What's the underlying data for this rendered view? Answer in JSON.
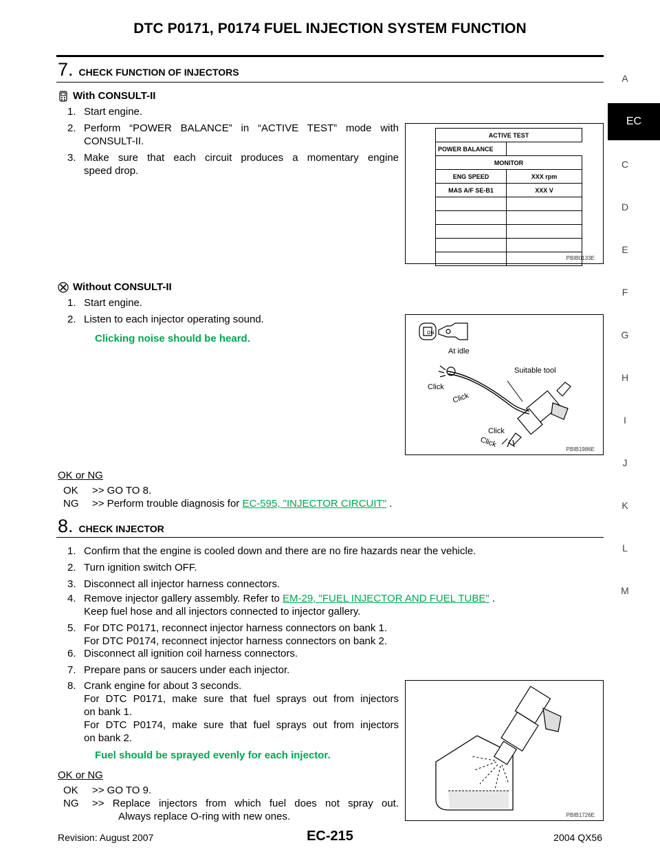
{
  "page_title": "DTC P0171, P0174 FUEL INJECTION SYSTEM FUNCTION",
  "sidebar": {
    "letters": [
      "A",
      "C",
      "D",
      "E",
      "F",
      "G",
      "H",
      "I",
      "J",
      "K",
      "L",
      "M"
    ],
    "active": "EC"
  },
  "step7": {
    "number": "7.",
    "title": "CHECK FUNCTION OF INJECTORS",
    "with_consult": {
      "label": "With CONSULT-II",
      "steps": [
        {
          "n": "1.",
          "text": "Start engine."
        },
        {
          "n": "2.",
          "text": "Perform “POWER BALANCE” in “ACTIVE TEST” mode with",
          "text2": "CONSULT-II."
        },
        {
          "n": "3.",
          "text": "Make sure that each circuit produces a momentary engine",
          "text2": "speed drop."
        }
      ]
    },
    "without_consult": {
      "label": "Without CONSULT-II",
      "steps": [
        {
          "n": "1.",
          "text": "Start engine."
        },
        {
          "n": "2.",
          "text": "Listen to each injector operating sound."
        }
      ],
      "note": "Clicking noise should be heard."
    },
    "ok_ng_label": "OK or NG",
    "ok": {
      "key": "OK",
      "text": ">> GO TO 8."
    },
    "ng": {
      "key": "NG",
      "text": ">> Perform trouble diagnosis for ",
      "link": "EC-595, \"INJECTOR CIRCUIT\"",
      "tail": " ."
    },
    "figure1": {
      "header": "ACTIVE TEST",
      "row1": "POWER BALANCE",
      "monitor": "MONITOR",
      "eng_speed": "ENG SPEED",
      "eng_speed_val": "XXX rpm",
      "mas": "MAS A/F SE-B1",
      "mas_val": "XXX V",
      "code": "PBIB0133E"
    },
    "figure2": {
      "at_idle": "At idle",
      "suitable_tool": "Suitable tool",
      "click": "Click",
      "on": "ON",
      "code": "PBIB1986E"
    }
  },
  "step8": {
    "number": "8.",
    "title": "CHECK INJECTOR",
    "steps": [
      {
        "n": "1.",
        "lines": [
          "Confirm that the engine is cooled down and there are no fire hazards near the vehicle."
        ]
      },
      {
        "n": "2.",
        "lines": [
          "Turn ignition switch OFF."
        ]
      },
      {
        "n": "3.",
        "lines": [
          "Disconnect all injector harness connectors."
        ]
      },
      {
        "n": "5.",
        "lines": [
          "For DTC P0171, reconnect injector harness connectors on bank 1.",
          "For DTC P0174, reconnect injector harness connectors on bank 2."
        ]
      },
      {
        "n": "6.",
        "lines": [
          "Disconnect all ignition coil harness connectors."
        ]
      },
      {
        "n": "7.",
        "lines": [
          "Prepare pans or saucers under each injector."
        ]
      }
    ],
    "step4": {
      "n": "4.",
      "text": "Remove injector gallery assembly. Refer to ",
      "link": "EM-29, \"FUEL INJECTOR AND FUEL TUBE\"",
      "tail": " .",
      "line2": "Keep fuel hose and all injectors connected to injector gallery."
    },
    "step8": {
      "n": "8.",
      "lines": [
        "Crank engine for about 3 seconds.",
        "For DTC P0171, make sure that fuel sprays out from injectors",
        "on bank 1.",
        "For DTC P0174, make sure that fuel sprays out from injectors",
        "on bank 2."
      ]
    },
    "note": "Fuel should be sprayed evenly for each injector.",
    "ok_ng_label": "OK or NG",
    "ok": {
      "key": "OK",
      "text": ">> GO TO 9."
    },
    "ng": {
      "key": "NG",
      "text": ">> Replace injectors from which fuel does not spray out.",
      "text2": "Always replace O-ring with new ones."
    },
    "figure3": {
      "code": "PBIB1726E"
    }
  },
  "footer": {
    "revision": "Revision: August 2007",
    "page": "EC-215",
    "model": "2004 QX56"
  }
}
